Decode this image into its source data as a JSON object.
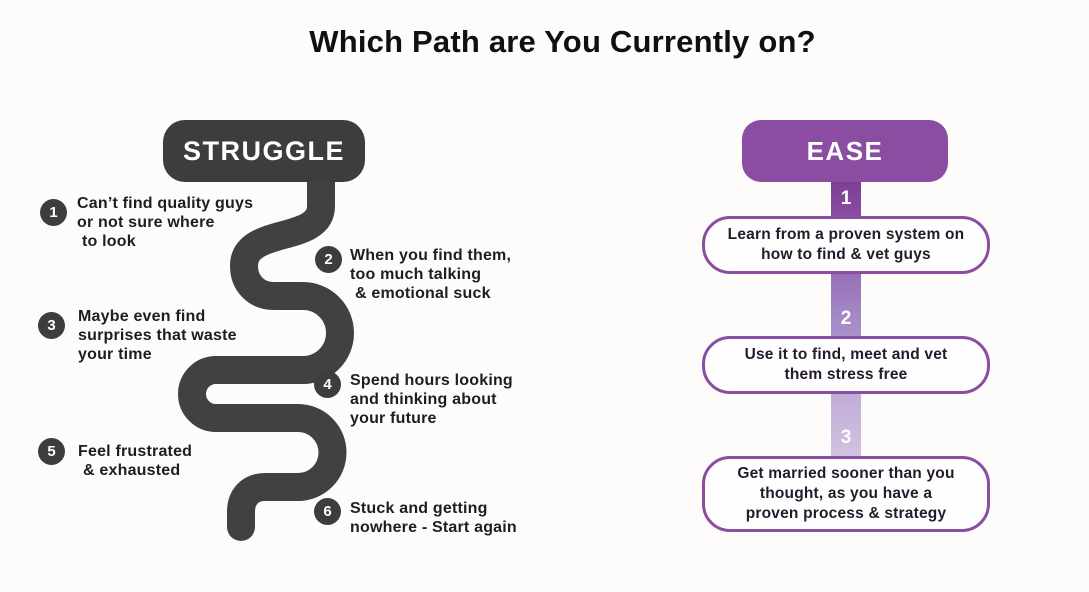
{
  "title": "Which Path are You Currently on?",
  "struggle": {
    "label": "STRUGGLE",
    "color": "#3d3d3d",
    "items": [
      {
        "num": "1",
        "lines": [
          "Can’t find quality guys",
          "or not sure where",
          "to look"
        ]
      },
      {
        "num": "2",
        "lines": [
          "When you find them,",
          "too much talking",
          "& emotional suck"
        ]
      },
      {
        "num": "3",
        "lines": [
          "Maybe even find",
          "surprises that waste",
          "your time"
        ]
      },
      {
        "num": "4",
        "lines": [
          "Spend hours looking",
          "and thinking about",
          "your future"
        ]
      },
      {
        "num": "5",
        "lines": [
          "Feel frustrated",
          "& exhausted"
        ]
      },
      {
        "num": "6",
        "lines": [
          "Stuck and getting",
          "nowhere - Start again"
        ]
      }
    ]
  },
  "ease": {
    "label": "EASE",
    "color": "#8b4da1",
    "bar_gradient_top": "#7a3e93",
    "bar_gradient_bottom": "#ddd0ea",
    "steps": [
      {
        "num": "1",
        "lines": [
          "Learn from a proven system on",
          "how to find & vet guys"
        ]
      },
      {
        "num": "2",
        "lines": [
          "Use it to find, meet and vet",
          "them stress free"
        ]
      },
      {
        "num": "3",
        "lines": [
          "Get married sooner than you",
          "thought, as you have a",
          "proven process & strategy"
        ]
      }
    ]
  }
}
